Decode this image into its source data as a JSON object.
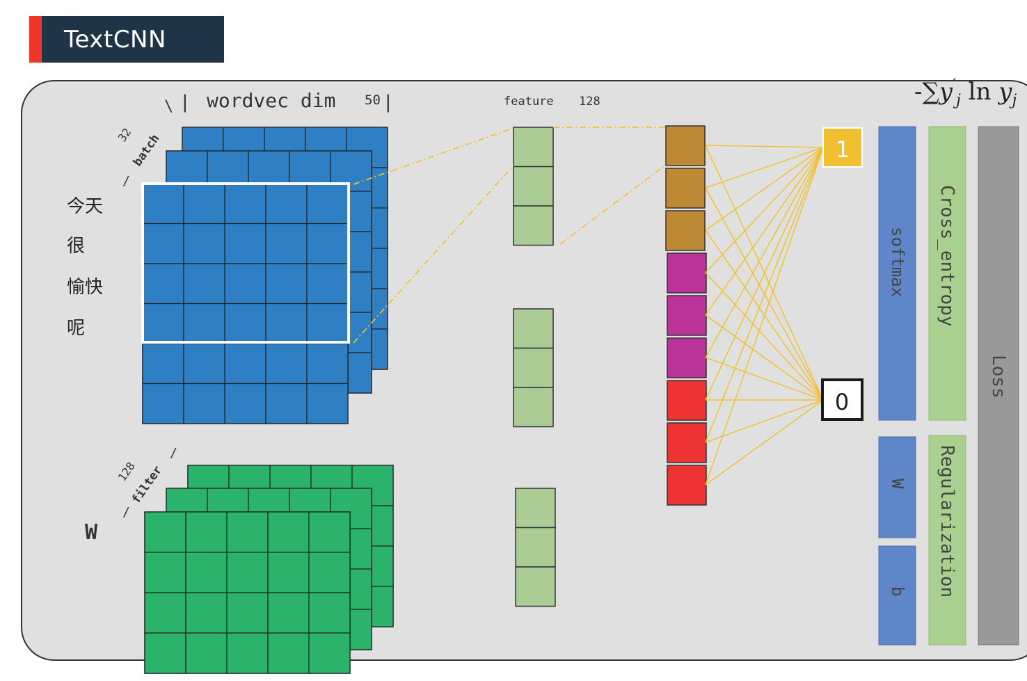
{
  "slide": {
    "title": "TextCNN"
  },
  "input": {
    "dim_label": "wordvec dim",
    "dim_value": "50",
    "batch_label": "batch",
    "batch_value": "32",
    "words": [
      "今天",
      "很",
      "愉快",
      "呢"
    ]
  },
  "filters": {
    "weight_label": "W",
    "filter_label": "filter",
    "filter_value": "128"
  },
  "features": {
    "label": "feature",
    "value": "128"
  },
  "outputs": {
    "one": "1",
    "zero": "0"
  },
  "columns": {
    "softmax": "softmax",
    "w": "W",
    "b": "b",
    "cross_entropy": "Cross_entropy",
    "regularization": "Regularization",
    "loss": "Loss"
  },
  "formula": {
    "prefix": "-∑",
    "y_prime": "y",
    "prime_mark": "′",
    "sub_j": "j",
    "ln": "ln",
    "y": "y",
    "sub_j2": "j"
  },
  "colors": {
    "title_bg": "#1f3447",
    "accent": "#f0352a",
    "input_blue": "#2e7fc3",
    "filter_green": "#2bb36b",
    "feature_green": "#abcd95",
    "brown": "#bd8935",
    "magenta": "#bb3399",
    "red": "#ee3333",
    "yellow": "#f0c030",
    "softmax_blue": "#5f86c8",
    "light_green": "#a9d08e",
    "loss_gray": "#999999"
  }
}
